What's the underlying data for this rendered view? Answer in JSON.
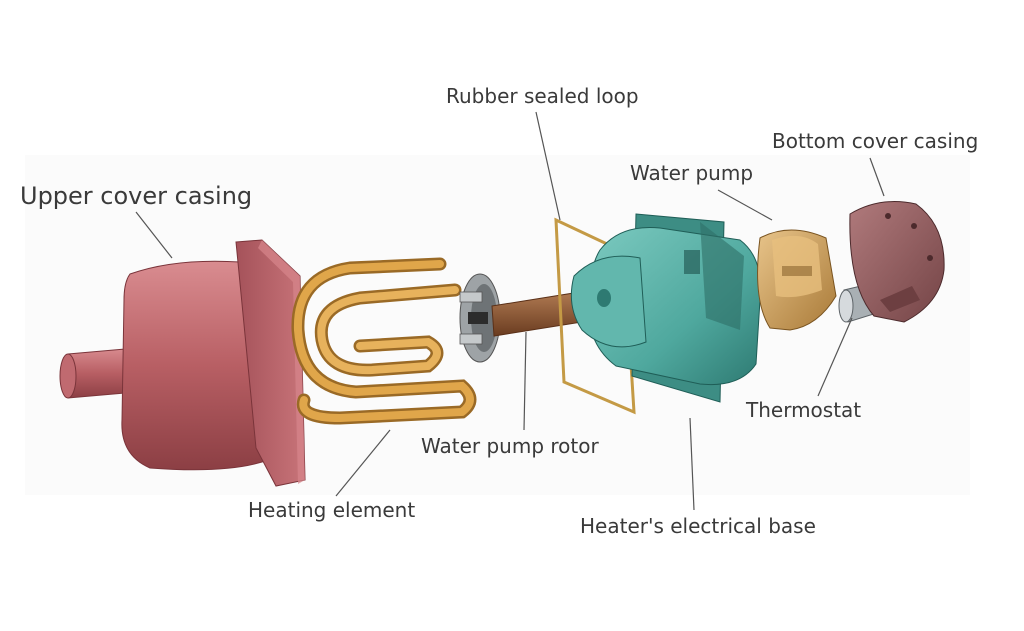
{
  "colors": {
    "upper_cover": "#b85f64",
    "heating_element": "#d79a3c",
    "rotor_shaft": "#8a5532",
    "seal_loop": "#c49a45",
    "electrical_base": "#4fa89e",
    "water_pump": "#c79650",
    "thermostat": "#a9b0b4",
    "bottom_cover": "#8e5a5c",
    "leader_line": "#555555"
  },
  "labels": {
    "upper_cover_casing": "Upper cover casing",
    "rubber_sealed_loop": "Rubber sealed loop",
    "water_pump": "Water pump",
    "bottom_cover_casing": "Bottom cover casing",
    "water_pump_rotor": "Water pump rotor",
    "heating_element": "Heating element",
    "thermostat": "Thermostat",
    "heaters_electrical_base": "Heater's electrical base"
  }
}
